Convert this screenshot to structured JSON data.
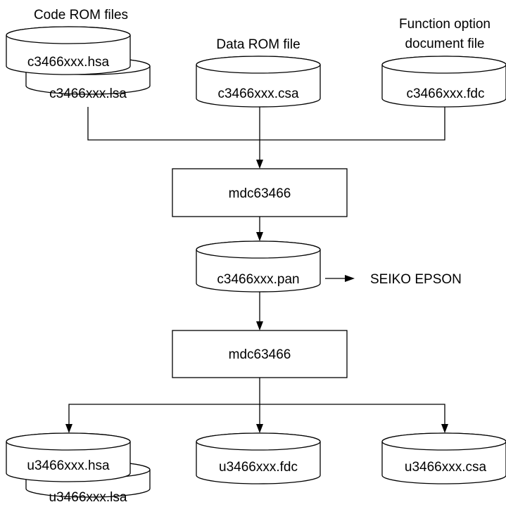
{
  "diagram": {
    "inputs": {
      "code_rom": {
        "caption": "Code ROM files",
        "files": [
          "c3466xxx.hsa",
          "c3466xxx.lsa"
        ]
      },
      "data_rom": {
        "caption": "Data ROM file",
        "file": "c3466xxx.csa"
      },
      "function_option": {
        "caption_lines": [
          "Function option",
          "document file"
        ],
        "file": "c3466xxx.fdc"
      }
    },
    "process_1": "mdc63466",
    "intermediate": {
      "file": "c3466xxx.pan",
      "destination": "SEIKO EPSON"
    },
    "process_2": "mdc63466",
    "outputs": {
      "code_rom_files": [
        "u3466xxx.hsa",
        "u3466xxx.lsa"
      ],
      "fdc_file": "u3466xxx.fdc",
      "csa_file": "u3466xxx.csa"
    }
  }
}
